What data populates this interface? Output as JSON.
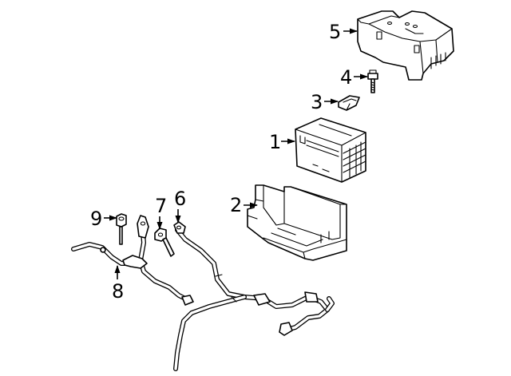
{
  "diagram": {
    "callouts": [
      {
        "id": "1",
        "label": "1",
        "part": "battery"
      },
      {
        "id": "2",
        "label": "2",
        "part": "battery-tray"
      },
      {
        "id": "3",
        "label": "3",
        "part": "hold-down-clamp"
      },
      {
        "id": "4",
        "label": "4",
        "part": "hold-down-bolt"
      },
      {
        "id": "5",
        "label": "5",
        "part": "battery-cover"
      },
      {
        "id": "6",
        "label": "6",
        "part": "positive-cable"
      },
      {
        "id": "7",
        "label": "7",
        "part": "cable-terminal-bolt"
      },
      {
        "id": "8",
        "label": "8",
        "part": "negative-cable"
      },
      {
        "id": "9",
        "label": "9",
        "part": "terminal-nut"
      }
    ]
  }
}
